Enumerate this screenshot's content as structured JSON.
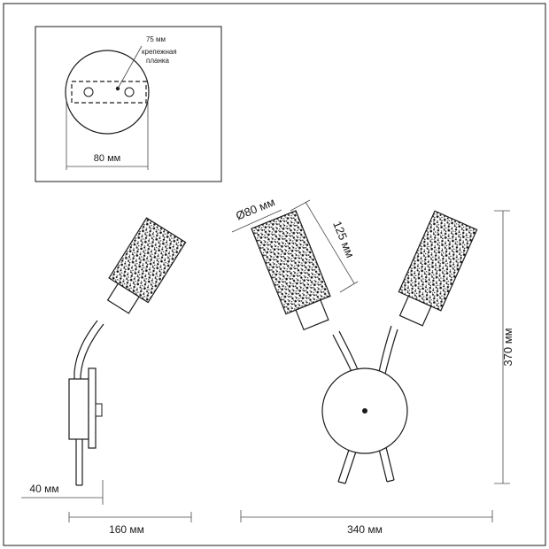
{
  "inset": {
    "plate_width_label": "75 мм",
    "plate_name_line1": "крепежная",
    "plate_name_line2": "планка",
    "base_diameter_label": "80 мм"
  },
  "side_view": {
    "wall_offset_label": "40 мм",
    "depth_label": "160 мм"
  },
  "front_view": {
    "shade_diameter_label": "Ø80 мм",
    "shade_height_label": "125 мм",
    "height_label": "370 мм",
    "width_label": "340 мм"
  },
  "colors": {
    "line": "#1a1a1a",
    "dimension": "#4a4a4a",
    "shade_texture": "#111111"
  }
}
